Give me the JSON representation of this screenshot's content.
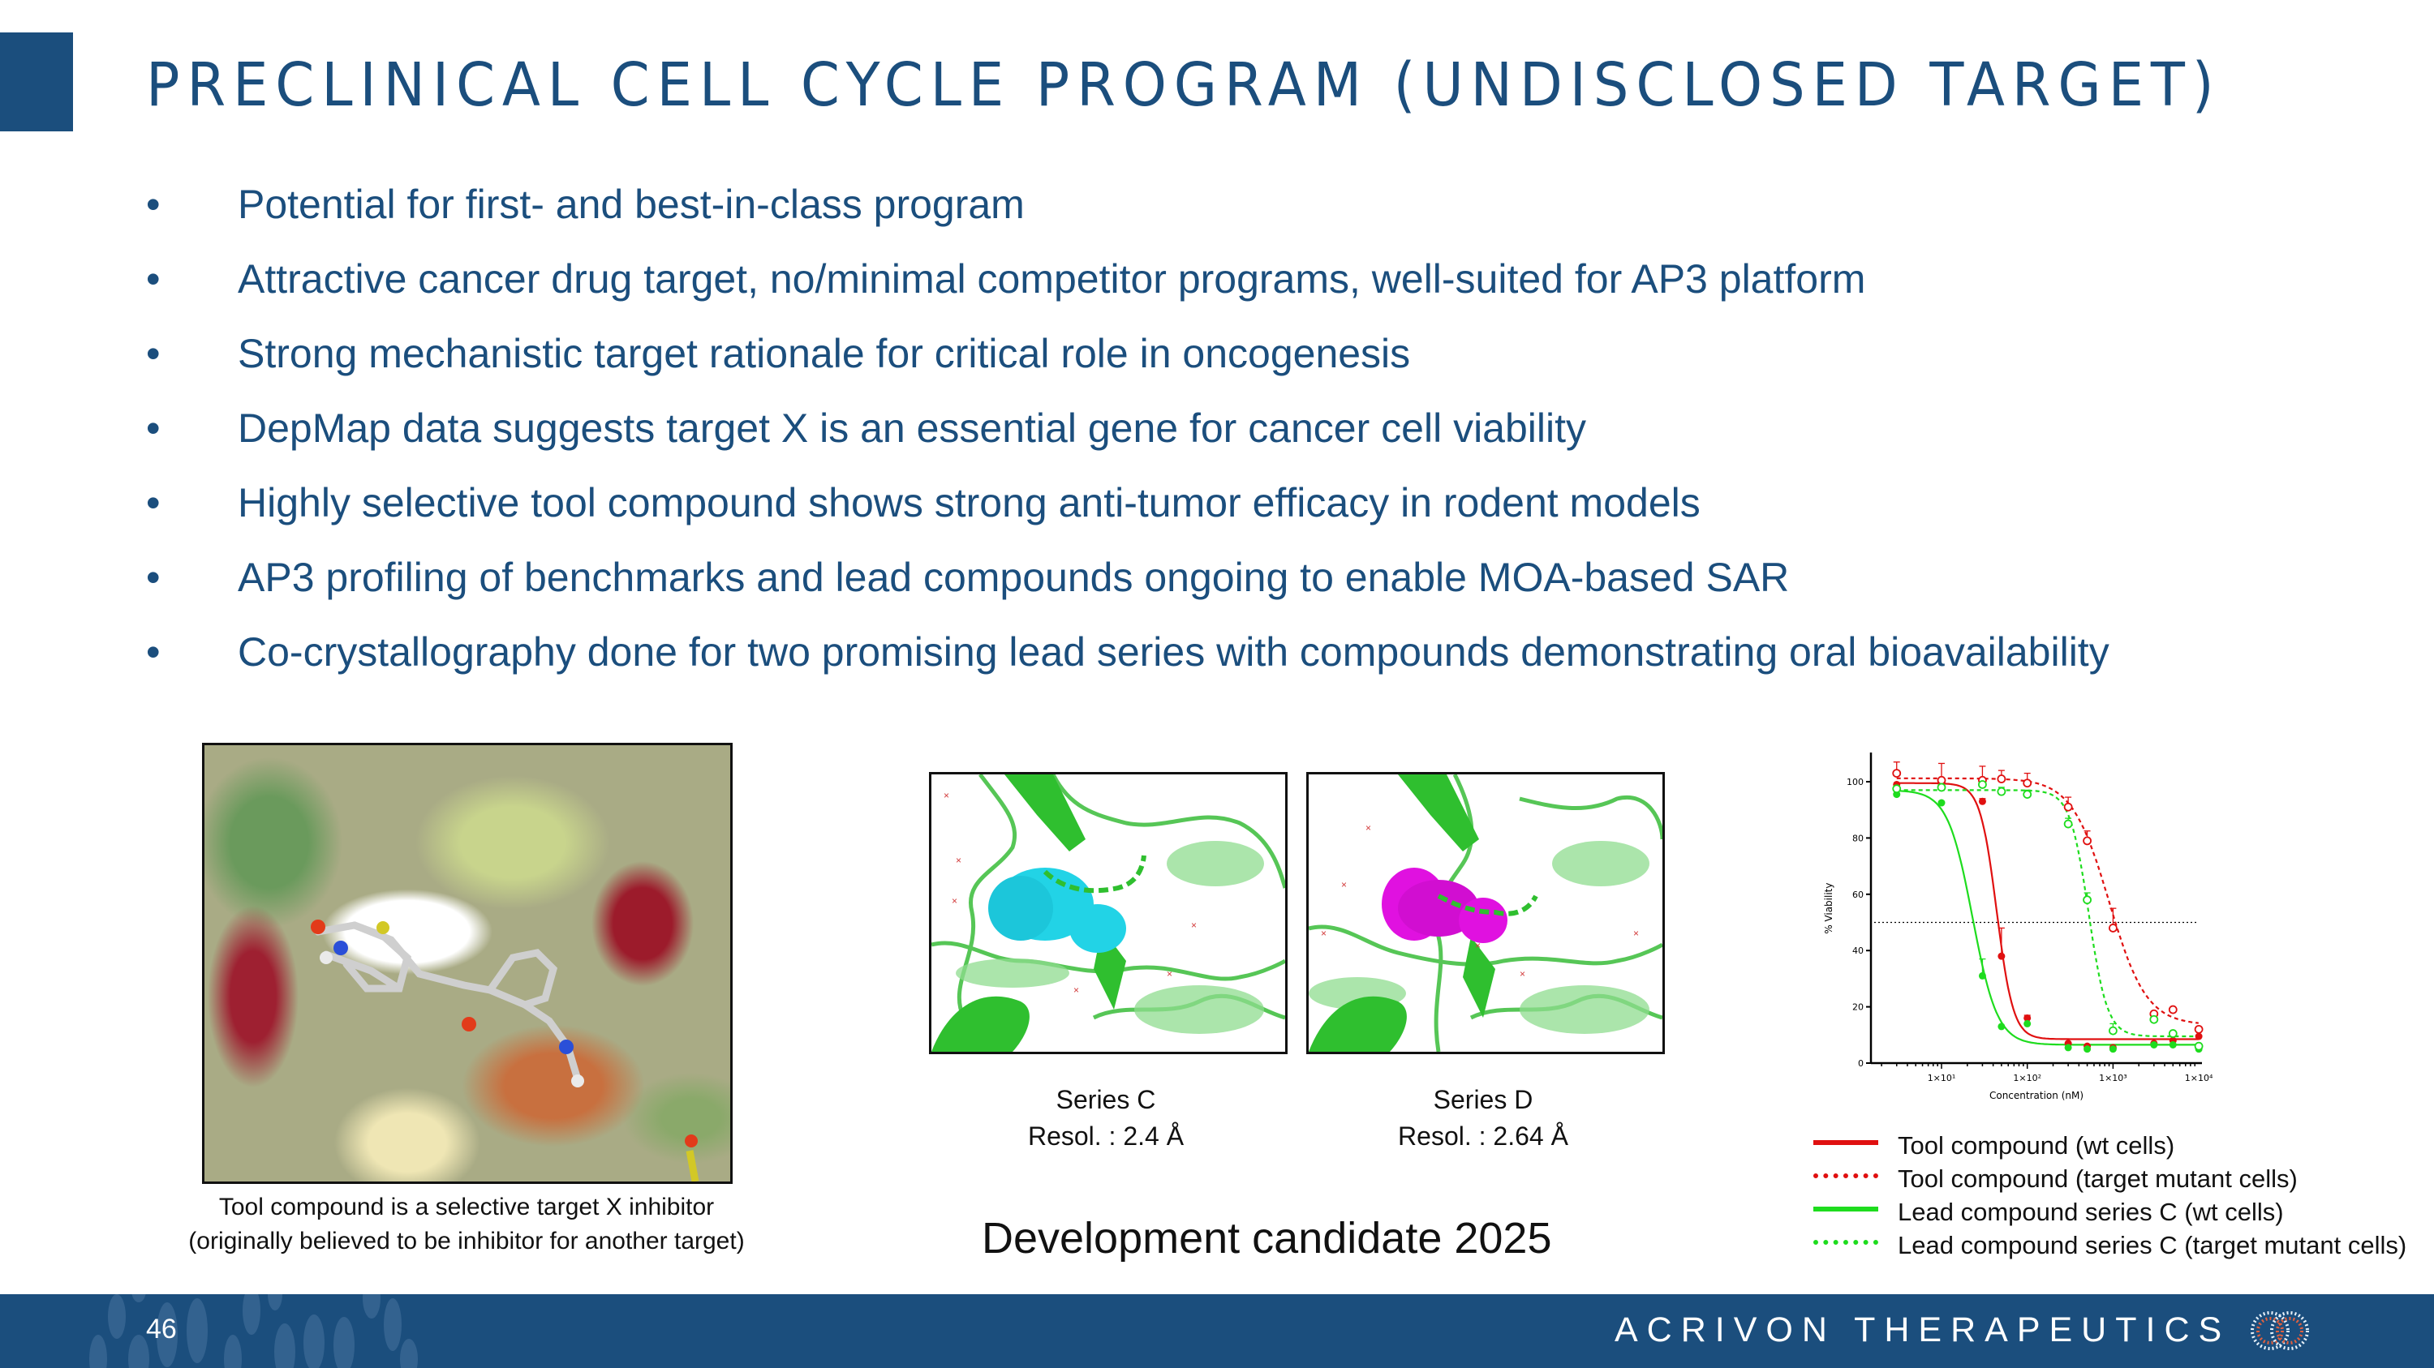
{
  "slide": {
    "title": "PRECLINICAL CELL CYCLE PROGRAM (UNDISCLOSED TARGET)",
    "accent_color": "#1b4e7d",
    "page_number": "46",
    "brand": "ACRIVON THERAPEUTICS"
  },
  "bullets": [
    {
      "marker": "•",
      "text": "Potential for first- and best-in-class program"
    },
    {
      "marker": "•",
      "text": "Attractive cancer drug target, no/minimal competitor programs, well-suited for AP3 platform"
    },
    {
      "marker": "•",
      "text": "Strong mechanistic target rationale for critical role in oncogenesis"
    },
    {
      "marker": "•",
      "text": "DepMap data suggests target X is an essential gene for cancer cell viability"
    },
    {
      "marker": "•",
      "text": "Highly selective tool compound shows strong anti-tumor efficacy in rodent models"
    },
    {
      "marker": "•",
      "text": "AP3 profiling of benchmarks and lead compounds ongoing to enable MOA-based SAR"
    },
    {
      "marker": "•",
      "text": "Co-crystallography done for two promising lead series with compounds demonstrating oral bioavailability"
    }
  ],
  "figures": {
    "tool_compound": {
      "caption_line1": "Tool compound is a selective target X inhibitor",
      "caption_line2": "(originally believed to be inhibitor for another target)"
    },
    "series_c": {
      "name": "Series C",
      "resolution": "Resol. : 2.4 Å",
      "ligand_color": "#22d3e6"
    },
    "series_d": {
      "name": "Series D",
      "resolution": "Resol. : 2.64 Å",
      "ligand_color": "#e011e0"
    },
    "development_candidate": "Development candidate 2025"
  },
  "legend": [
    {
      "label": "Tool compound (wt cells)",
      "color": "#e01010",
      "style": "solid"
    },
    {
      "label": "Tool compound (target mutant cells)",
      "color": "#e01010",
      "style": "dotted"
    },
    {
      "label": "Lead compound series C (wt cells)",
      "color": "#1edc1e",
      "style": "solid"
    },
    {
      "label": "Lead compound series C (target mutant cells)",
      "color": "#1edc1e",
      "style": "dotted"
    }
  ],
  "chart_data": {
    "type": "line",
    "title": "",
    "xlabel": "Concentration (nM)",
    "ylabel": "% Viability",
    "xscale": "log",
    "xticks": [
      "1×10¹",
      "1×10²",
      "1×10³",
      "1×10⁴"
    ],
    "yticks": [
      "0",
      "20",
      "40",
      "60",
      "80",
      "100"
    ],
    "ylim": [
      0,
      110
    ],
    "reference_line": {
      "y": 50,
      "style": "dotted",
      "color": "#000000"
    },
    "x": [
      3,
      10,
      30,
      50,
      100,
      300,
      500,
      1000,
      3000,
      5000,
      10000
    ],
    "series": [
      {
        "name": "Tool compound (wt cells)",
        "color": "#e01010",
        "line": "solid",
        "marker": "filled-circle",
        "values": [
          99,
          99,
          93,
          38,
          16,
          7,
          6,
          5.5,
          7,
          8,
          9.5
        ],
        "error_top": [
          null,
          null,
          94,
          48,
          17,
          null,
          null,
          null,
          null,
          null,
          null
        ]
      },
      {
        "name": "Tool compound (target mutant cells)",
        "color": "#e01010",
        "line": "dashed",
        "marker": "open-circle",
        "values": [
          103,
          100.5,
          100.5,
          101,
          99.5,
          91,
          79,
          48,
          17.5,
          19,
          12
        ],
        "error_top": [
          107,
          106.5,
          105.5,
          104,
          103,
          94.5,
          82.5,
          55,
          null,
          null,
          null
        ]
      },
      {
        "name": "Lead compound series C (wt cells)",
        "color": "#1edc1e",
        "line": "solid",
        "marker": "filled-circle",
        "values": [
          95.5,
          92.5,
          31,
          13,
          14,
          5.5,
          5,
          5,
          6.5,
          6.5,
          5
        ],
        "error_top": [
          null,
          93,
          37,
          null,
          null,
          null,
          null,
          null,
          null,
          null,
          null
        ]
      },
      {
        "name": "Lead compound series C (target mutant cells)",
        "color": "#1edc1e",
        "line": "dashed",
        "marker": "open-circle",
        "values": [
          97.5,
          98,
          99,
          96.5,
          95.5,
          85,
          58,
          11.5,
          15.5,
          10.5,
          6
        ],
        "error_top": [
          null,
          null,
          null,
          98,
          97,
          87,
          60.5,
          14,
          null,
          null,
          null
        ]
      }
    ],
    "fit_curves": [
      {
        "series": "Tool compound (wt cells)",
        "top": 99.5,
        "bottom": 8.5,
        "ic50_nM": 44,
        "hill": 4.5
      },
      {
        "series": "Tool compound (target mutant cells)",
        "top": 101.2,
        "bottom": 13.5,
        "ic50_nM": 900,
        "hill": 2.0
      },
      {
        "series": "Lead compound series C (wt cells)",
        "top": 97,
        "bottom": 6.5,
        "ic50_nM": 23,
        "hill": 3.0
      },
      {
        "series": "Lead compound series C (target mutant cells)",
        "top": 97,
        "bottom": 9.5,
        "ic50_nM": 520,
        "hill": 4.0
      }
    ],
    "legend_position": "below"
  }
}
